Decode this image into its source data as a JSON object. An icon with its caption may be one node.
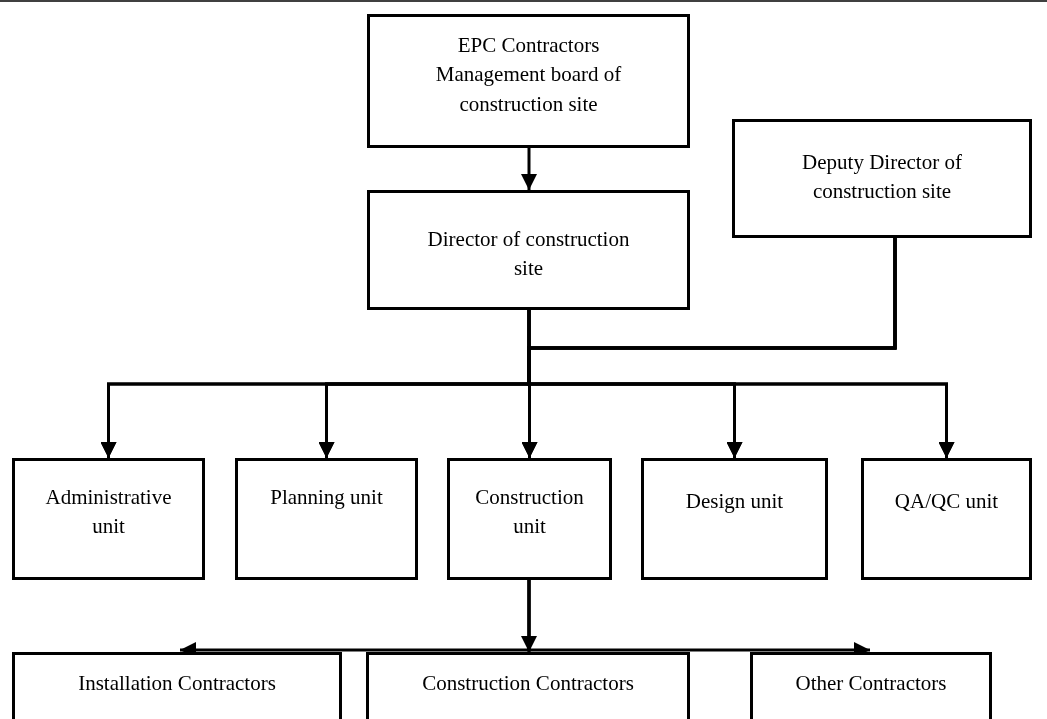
{
  "diagram": {
    "nodes": [
      {
        "text": [
          "EPC Contractors",
          "Management board of construction site"
        ]
      },
      {
        "text": [
          "Director of construction site"
        ]
      },
      {
        "text": [
          "Deputy Director of construction site"
        ]
      },
      {
        "text": [
          "Administrative unit"
        ]
      },
      {
        "text": [
          "Planning unit"
        ]
      },
      {
        "text": [
          "Construction unit"
        ]
      },
      {
        "text": [
          "Design unit"
        ]
      },
      {
        "text": [
          "QA/QC unit"
        ]
      },
      {
        "text": [
          "Installation Contractors"
        ]
      },
      {
        "text": [
          "Construction Contractors"
        ]
      },
      {
        "text": [
          "Other Contractors"
        ]
      }
    ],
    "edges": [
      {
        "from": 0,
        "to": 1,
        "arrow": "to"
      },
      {
        "from": 1,
        "to": 3,
        "arrow": "to"
      },
      {
        "from": 1,
        "to": 4,
        "arrow": "to"
      },
      {
        "from": 1,
        "to": 5,
        "arrow": "to"
      },
      {
        "from": 1,
        "to": 6,
        "arrow": "to"
      },
      {
        "from": 1,
        "to": 7,
        "arrow": "to"
      },
      {
        "from": 2,
        "to": 3,
        "arrow": "to"
      },
      {
        "from": 2,
        "to": 4,
        "arrow": "to"
      },
      {
        "from": 2,
        "to": 5,
        "arrow": "to"
      },
      {
        "from": 2,
        "to": 6,
        "arrow": "to"
      },
      {
        "from": 2,
        "to": 7,
        "arrow": "to"
      },
      {
        "from": 5,
        "to": 8,
        "arrow": "to"
      },
      {
        "from": 5,
        "to": 9,
        "arrow": "to"
      },
      {
        "from": 5,
        "to": 10,
        "arrow": "to"
      }
    ]
  }
}
